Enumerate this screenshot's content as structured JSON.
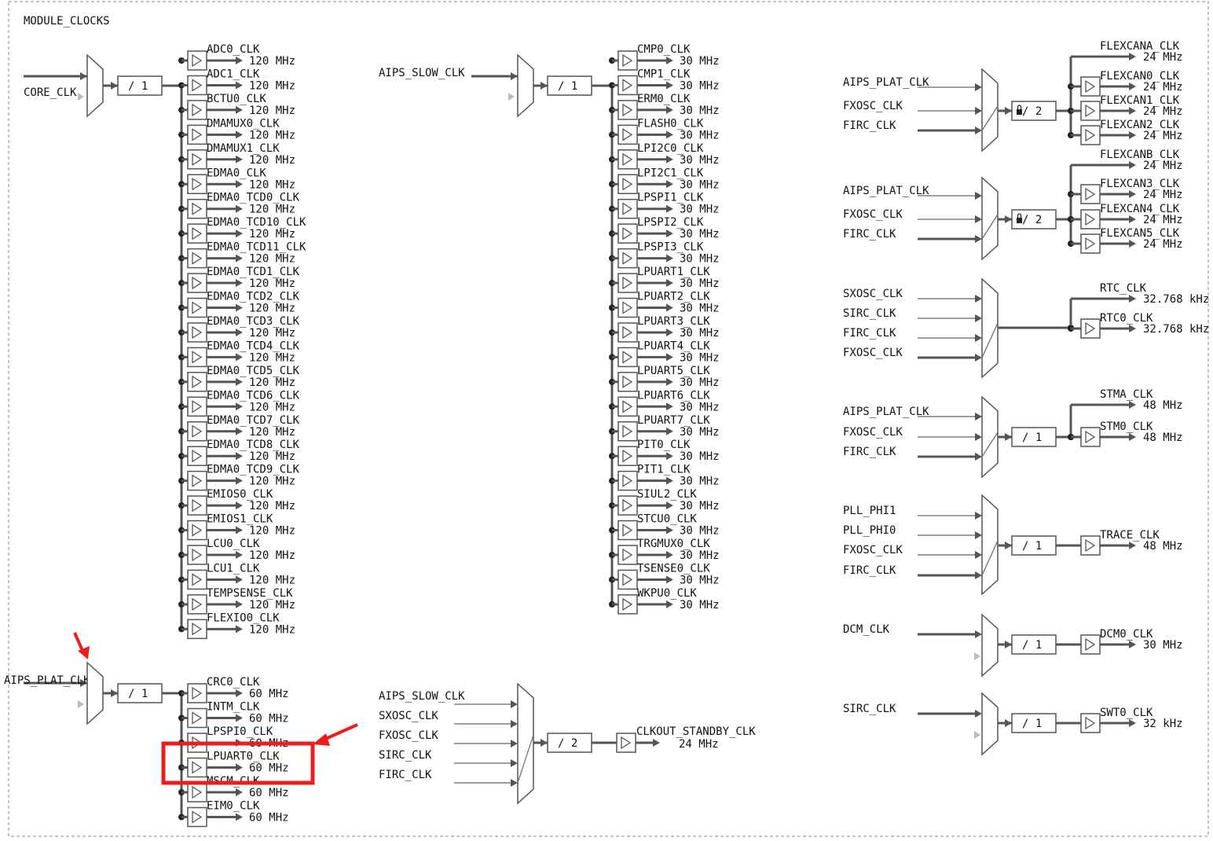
{
  "title": "MODULE_CLOCKS",
  "colors": {
    "wire": "#555555",
    "highlight": "#ee1d1d",
    "frame": "#888888"
  },
  "core_group": {
    "input": "CORE_CLK",
    "divider": "/ 1",
    "outputs": [
      {
        "name": "ADC0_CLK",
        "freq": "120 MHz"
      },
      {
        "name": "ADC1_CLK",
        "freq": "120 MHz"
      },
      {
        "name": "BCTU0_CLK",
        "freq": "120 MHz"
      },
      {
        "name": "DMAMUX0_CLK",
        "freq": "120 MHz"
      },
      {
        "name": "DMAMUX1_CLK",
        "freq": "120 MHz"
      },
      {
        "name": "EDMA0_CLK",
        "freq": "120 MHz"
      },
      {
        "name": "EDMA0_TCD0_CLK",
        "freq": "120 MHz"
      },
      {
        "name": "EDMA0_TCD10_CLK",
        "freq": "120 MHz"
      },
      {
        "name": "EDMA0_TCD11_CLK",
        "freq": "120 MHz"
      },
      {
        "name": "EDMA0_TCD1_CLK",
        "freq": "120 MHz"
      },
      {
        "name": "EDMA0_TCD2_CLK",
        "freq": "120 MHz"
      },
      {
        "name": "EDMA0_TCD3_CLK",
        "freq": "120 MHz"
      },
      {
        "name": "EDMA0_TCD4_CLK",
        "freq": "120 MHz"
      },
      {
        "name": "EDMA0_TCD5_CLK",
        "freq": "120 MHz"
      },
      {
        "name": "EDMA0_TCD6_CLK",
        "freq": "120 MHz"
      },
      {
        "name": "EDMA0_TCD7_CLK",
        "freq": "120 MHz"
      },
      {
        "name": "EDMA0_TCD8_CLK",
        "freq": "120 MHz"
      },
      {
        "name": "EDMA0_TCD9_CLK",
        "freq": "120 MHz"
      },
      {
        "name": "EMIOS0_CLK",
        "freq": "120 MHz"
      },
      {
        "name": "EMIOS1_CLK",
        "freq": "120 MHz"
      },
      {
        "name": "LCU0_CLK",
        "freq": "120 MHz"
      },
      {
        "name": "LCU1_CLK",
        "freq": "120 MHz"
      },
      {
        "name": "TEMPSENSE_CLK",
        "freq": "120 MHz"
      },
      {
        "name": "FLEXIO0_CLK",
        "freq": "120 MHz"
      }
    ]
  },
  "slow_group": {
    "input": "AIPS_SLOW_CLK",
    "divider": "/ 1",
    "outputs": [
      {
        "name": "CMP0_CLK",
        "freq": "30 MHz"
      },
      {
        "name": "CMP1_CLK",
        "freq": "30 MHz"
      },
      {
        "name": "ERM0_CLK",
        "freq": "30 MHz"
      },
      {
        "name": "FLASH0_CLK",
        "freq": "30 MHz"
      },
      {
        "name": "LPI2C0_CLK",
        "freq": "30 MHz"
      },
      {
        "name": "LPI2C1_CLK",
        "freq": "30 MHz"
      },
      {
        "name": "LPSPI1_CLK",
        "freq": "30 MHz"
      },
      {
        "name": "LPSPI2_CLK",
        "freq": "30 MHz"
      },
      {
        "name": "LPSPI3_CLK",
        "freq": "30 MHz"
      },
      {
        "name": "LPUART1_CLK",
        "freq": "30 MHz"
      },
      {
        "name": "LPUART2_CLK",
        "freq": "30 MHz"
      },
      {
        "name": "LPUART3_CLK",
        "freq": "30 MHz"
      },
      {
        "name": "LPUART4_CLK",
        "freq": "30 MHz"
      },
      {
        "name": "LPUART5_CLK",
        "freq": "30 MHz"
      },
      {
        "name": "LPUART6_CLK",
        "freq": "30 MHz"
      },
      {
        "name": "LPUART7_CLK",
        "freq": "30 MHz"
      },
      {
        "name": "PIT0_CLK",
        "freq": "30 MHz"
      },
      {
        "name": "PIT1_CLK",
        "freq": "30 MHz"
      },
      {
        "name": "SIUL2_CLK",
        "freq": "30 MHz"
      },
      {
        "name": "STCU0_CLK",
        "freq": "30 MHz"
      },
      {
        "name": "TRGMUX0_CLK",
        "freq": "30 MHz"
      },
      {
        "name": "TSENSE0_CLK",
        "freq": "30 MHz"
      },
      {
        "name": "WKPU0_CLK",
        "freq": "30 MHz"
      }
    ]
  },
  "plat_group": {
    "input": "AIPS_PLAT_CLK",
    "divider": "/ 1",
    "outputs": [
      {
        "name": "CRC0_CLK",
        "freq": "60 MHz"
      },
      {
        "name": "INTM_CLK",
        "freq": "60 MHz"
      },
      {
        "name": "LPSPI0_CLK",
        "freq": "60 MHz"
      },
      {
        "name": "LPUART0_CLK",
        "freq": "60 MHz"
      },
      {
        "name": "MSCM_CLK",
        "freq": "60 MHz"
      },
      {
        "name": "EIM0_CLK",
        "freq": "60 MHz"
      }
    ]
  },
  "clkout_group": {
    "inputs": [
      "AIPS_SLOW_CLK",
      "SXOSC_CLK",
      "FXOSC_CLK",
      "SIRC_CLK",
      "FIRC_CLK"
    ],
    "divider": "/ 2",
    "output": {
      "name": "CLKOUT_STANDBY_CLK",
      "freq": "24 MHz"
    }
  },
  "right_groups": [
    {
      "inputs": [
        "AIPS_PLAT_CLK",
        "FXOSC_CLK",
        "FIRC_CLK"
      ],
      "divider": "/ 2",
      "locked": true,
      "outputs": [
        {
          "name": "FLEXCANA_CLK",
          "freq": "24 MHz",
          "gated": false
        },
        {
          "name": "FLEXCAN0_CLK",
          "freq": "24 MHz",
          "gated": true
        },
        {
          "name": "FLEXCAN1_CLK",
          "freq": "24 MHz",
          "gated": true
        },
        {
          "name": "FLEXCAN2_CLK",
          "freq": "24 MHz",
          "gated": true
        }
      ]
    },
    {
      "inputs": [
        "AIPS_PLAT_CLK",
        "FXOSC_CLK",
        "FIRC_CLK"
      ],
      "divider": "/ 2",
      "locked": true,
      "outputs": [
        {
          "name": "FLEXCANB_CLK",
          "freq": "24 MHz",
          "gated": false
        },
        {
          "name": "FLEXCAN3_CLK",
          "freq": "24 MHz",
          "gated": true
        },
        {
          "name": "FLEXCAN4_CLK",
          "freq": "24 MHz",
          "gated": true
        },
        {
          "name": "FLEXCAN5_CLK",
          "freq": "24 MHz",
          "gated": true
        }
      ]
    },
    {
      "inputs": [
        "SXOSC_CLK",
        "SIRC_CLK",
        "FIRC_CLK",
        "FXOSC_CLK"
      ],
      "divider": "",
      "locked": false,
      "outputs": [
        {
          "name": "RTC_CLK",
          "freq": "32.768 kHz",
          "gated": false
        },
        {
          "name": "RTC0_CLK",
          "freq": "32.768 kHz",
          "gated": true
        }
      ]
    },
    {
      "inputs": [
        "AIPS_PLAT_CLK",
        "FXOSC_CLK",
        "FIRC_CLK"
      ],
      "divider": "/ 1",
      "locked": false,
      "outputs": [
        {
          "name": "STMA_CLK",
          "freq": "48 MHz",
          "gated": false
        },
        {
          "name": "STM0_CLK",
          "freq": "48 MHz",
          "gated": true
        }
      ]
    },
    {
      "inputs": [
        "PLL_PHI1",
        "PLL_PHI0",
        "FXOSC_CLK",
        "FIRC_CLK"
      ],
      "divider": "/ 1",
      "locked": false,
      "outputs": [
        {
          "name": "TRACE_CLK",
          "freq": "48 MHz",
          "gated": true
        }
      ]
    },
    {
      "inputs": [
        "DCM_CLK"
      ],
      "divider": "/ 1",
      "locked": false,
      "outputs": [
        {
          "name": "DCM0_CLK",
          "freq": "30 MHz",
          "gated": true
        }
      ]
    },
    {
      "inputs": [
        "SIRC_CLK"
      ],
      "divider": "/ 1",
      "locked": false,
      "outputs": [
        {
          "name": "SWT0_CLK",
          "freq": "32 kHz",
          "gated": true
        }
      ]
    }
  ]
}
